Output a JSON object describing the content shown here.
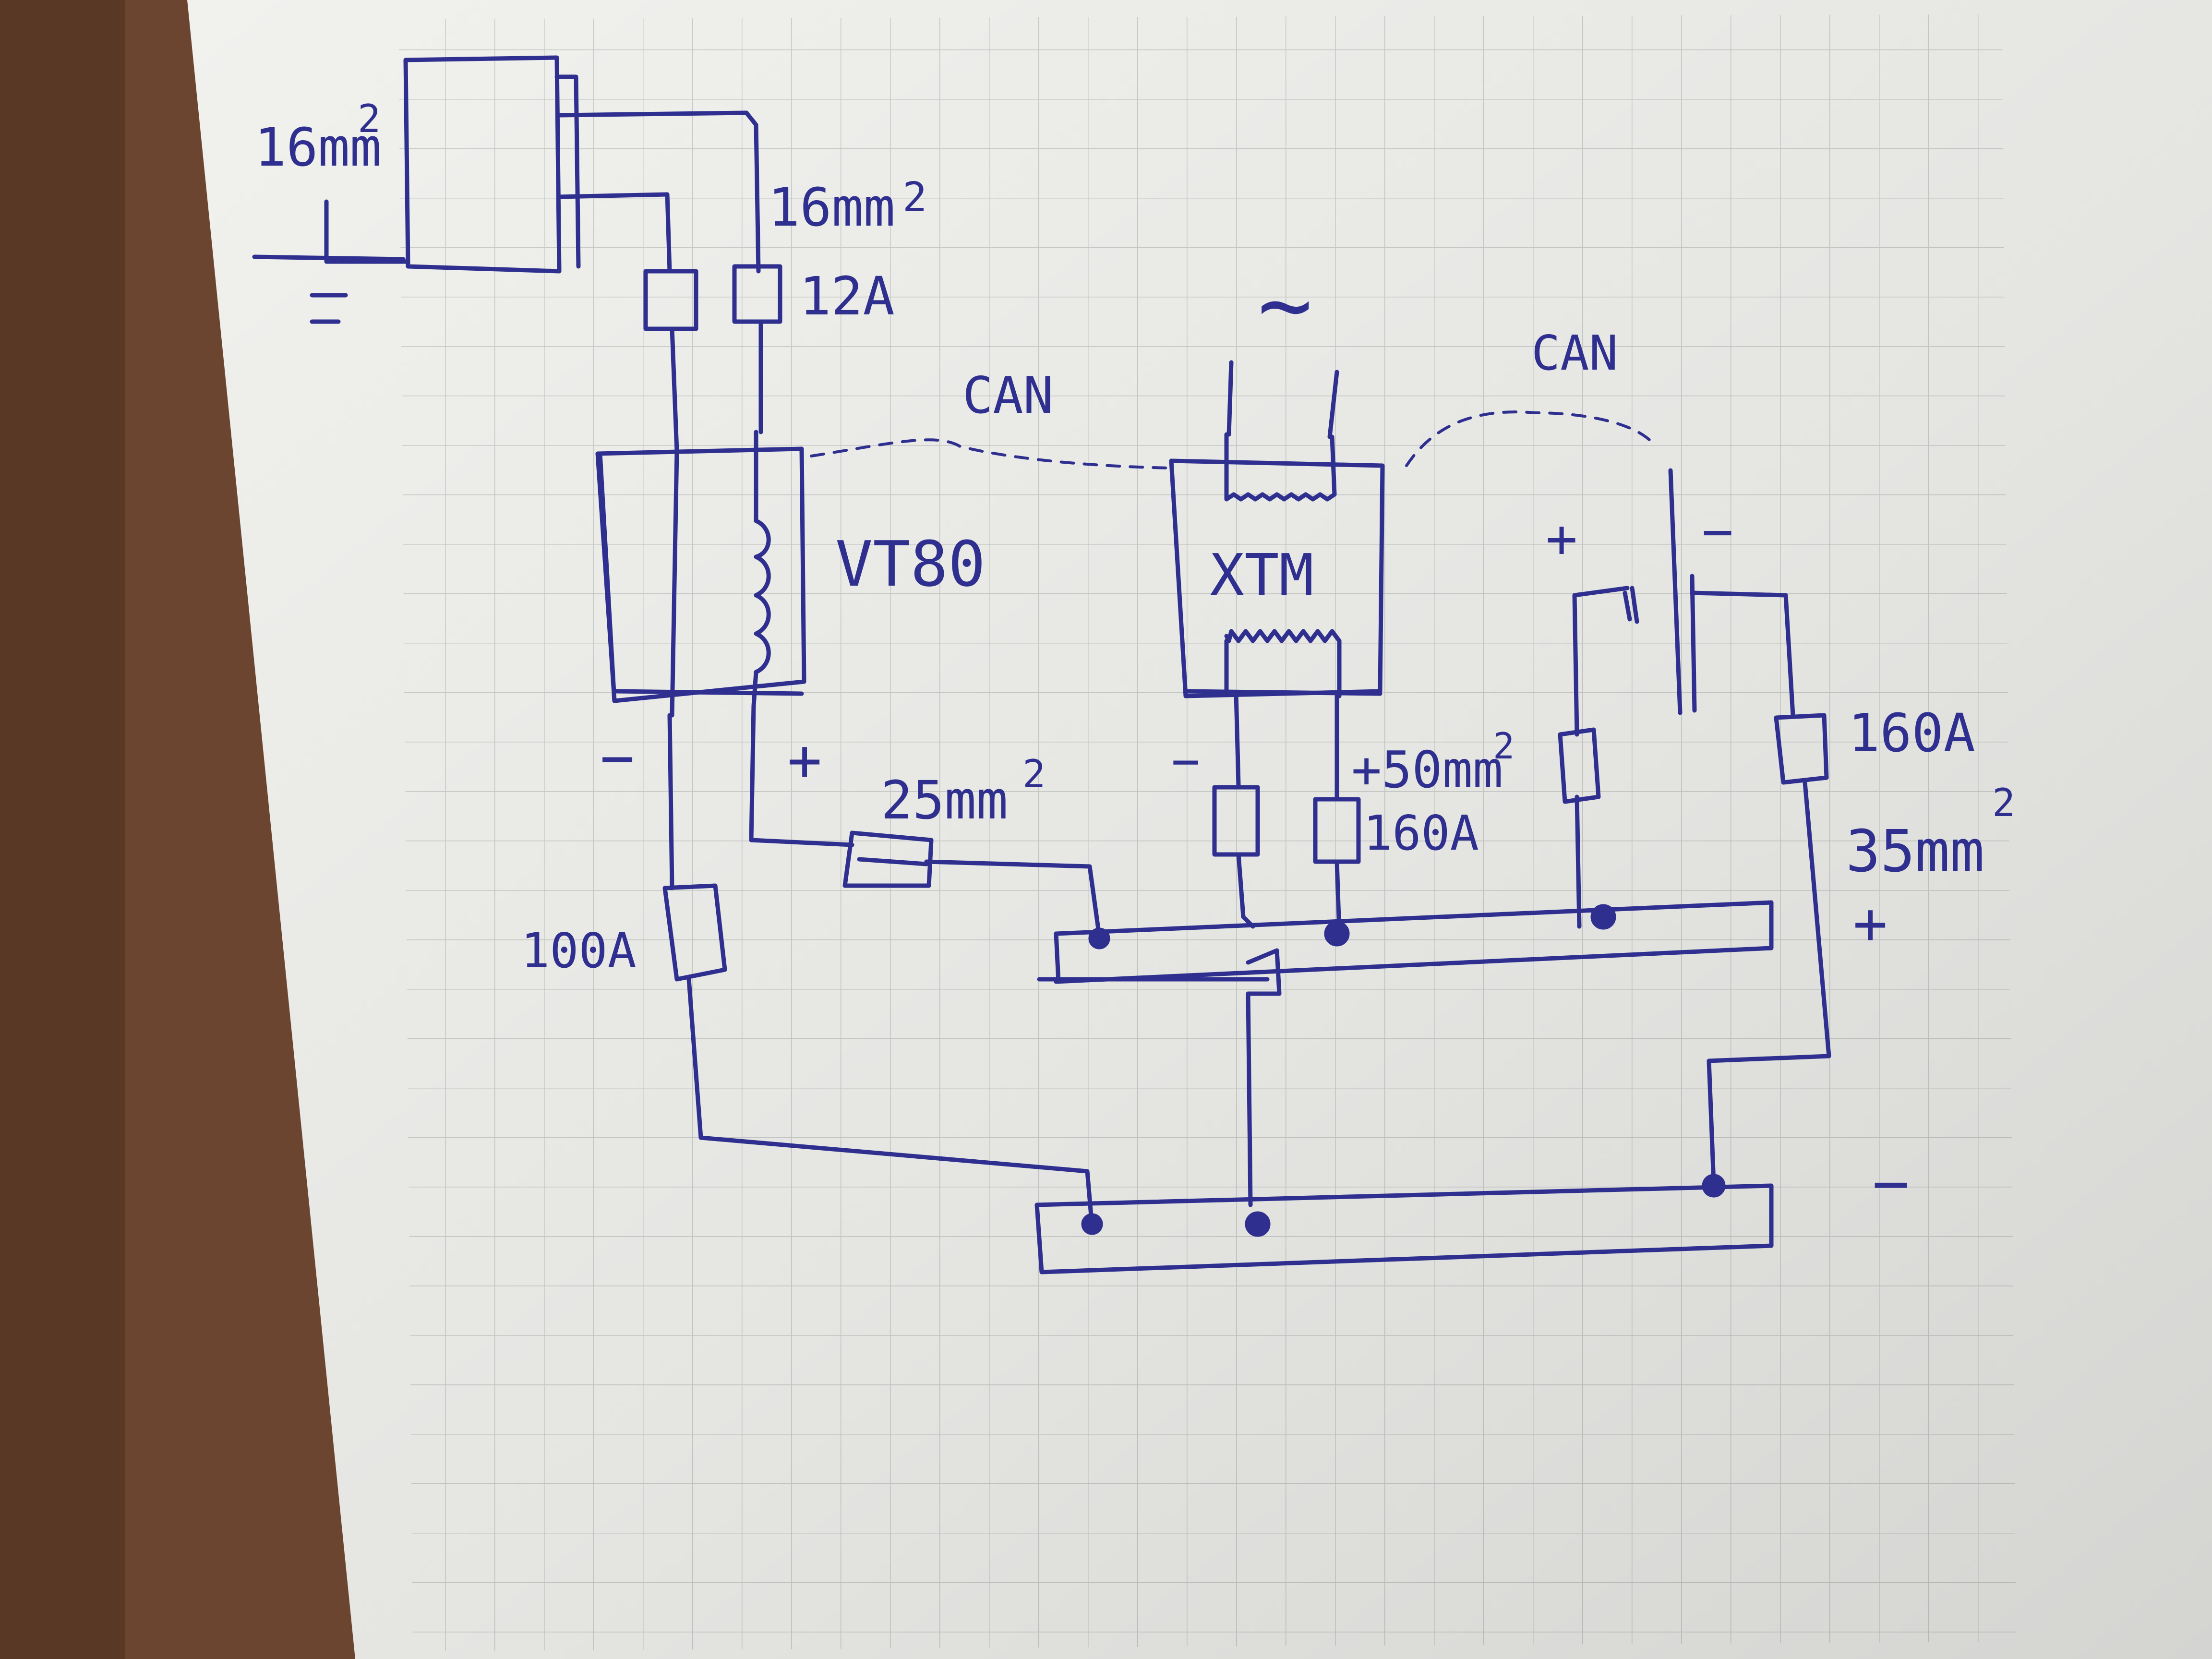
{
  "colors": {
    "ink": "#2e2f8f",
    "paper": "#f1f1ee",
    "grid": "#c9ccc9",
    "desk": "#6b4530"
  },
  "labels": {
    "cable_16mm_left": "16mm",
    "cable_16mm_right": "16mm",
    "fuse_12a": "12A",
    "can_left": "CAN",
    "can_right": "CAN",
    "ac_symbol": "~",
    "charger_vt80": "VT80",
    "charger_xtm": "XTM",
    "cable_25mm": "25mm",
    "cable_50mm": "+50mm",
    "fuse_160a_mid": "160A",
    "fuse_160a_right": "160A",
    "cable_35mm": "35mm",
    "fuse_100a": "100A",
    "sup_2": "2",
    "plus": "+",
    "minus": "−"
  }
}
